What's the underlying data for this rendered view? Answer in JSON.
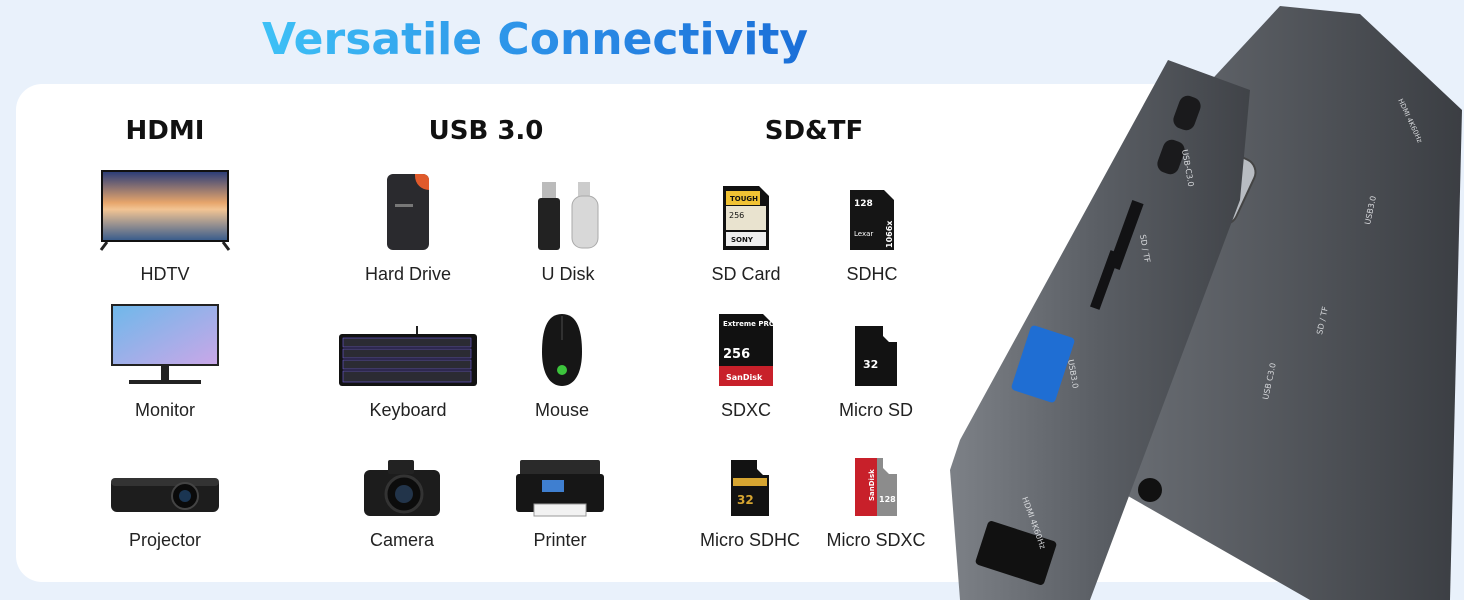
{
  "title": "Versatile Connectivity",
  "columns": [
    {
      "heading": "HDMI",
      "items": [
        "HDTV",
        "Monitor",
        "Projector"
      ]
    },
    {
      "heading": "USB 3.0",
      "items": [
        "Hard Drive",
        "U Disk",
        "Keyboard",
        "Mouse",
        "Camera",
        "Printer"
      ]
    },
    {
      "heading": "SD&TF",
      "items": [
        "SD Card",
        "SDHC",
        "SDXC",
        "Micro SD",
        "Micro SDHC",
        "Micro SDXC"
      ]
    }
  ],
  "card_text": {
    "sony_brand": "TOUGH",
    "sony_cap": "256",
    "sony_maker": "SONY",
    "lexar_cap": "128",
    "lexar_speed": "1066x",
    "lexar_maker": "Lexar",
    "sandisk_line": "Extreme PRO",
    "sandisk_cap": "256",
    "sandisk_maker": "SanDisk",
    "microsd_cap": "32",
    "microsdhc_cap": "32",
    "microsdxc_maker": "SanDisk",
    "microsdxc_cap": "128"
  },
  "hub_labels": {
    "usbc_top": "USB-C3.0",
    "sdtf": "SD / TF",
    "usb30": "USB3.0",
    "hdmi": "HDMI 4K60Hz",
    "usbc_right": "USB C3.0",
    "sdtf_right": "SD / TF",
    "usb30_right": "USB3.0",
    "hdmi_right": "HDMI 4K60Hz"
  },
  "colors": {
    "title_start": "#3ec1f6",
    "title_end": "#1b6fd8",
    "background": "#e9f1fb",
    "hub": "#55595f"
  }
}
